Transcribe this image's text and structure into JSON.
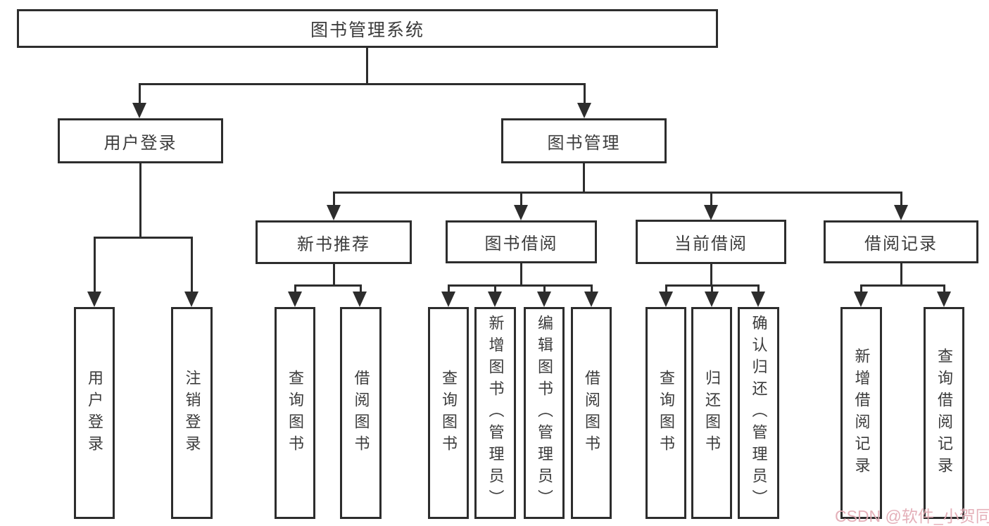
{
  "diagram_title": "图书管理系统",
  "colors": {
    "line": "#2d2d2d",
    "text": "#3c3c3c",
    "background": "#ffffff",
    "watermark": "#e2aab4"
  },
  "tree": {
    "root": {
      "label": "图书管理系统"
    },
    "children": [
      {
        "label": "用户登录",
        "children": [
          {
            "label": "用户登录"
          },
          {
            "label": "注销登录"
          }
        ]
      },
      {
        "label": "图书管理",
        "children": [
          {
            "label": "新书推荐",
            "children": [
              {
                "label": "查询图书"
              },
              {
                "label": "借阅图书"
              }
            ]
          },
          {
            "label": "图书借阅",
            "children": [
              {
                "label": "查询图书"
              },
              {
                "label": "新增图书（管理员）"
              },
              {
                "label": "编辑图书（管理员）"
              },
              {
                "label": "借阅图书"
              }
            ]
          },
          {
            "label": "当前借阅",
            "children": [
              {
                "label": "查询图书"
              },
              {
                "label": "归还图书"
              },
              {
                "label": "确认归还（管理员）"
              }
            ]
          },
          {
            "label": "借阅记录",
            "children": [
              {
                "label": "新增借阅记录"
              },
              {
                "label": "查询借阅记录"
              }
            ]
          }
        ]
      }
    ]
  },
  "watermark": {
    "text": "CSDN @软件_小贺同学"
  }
}
